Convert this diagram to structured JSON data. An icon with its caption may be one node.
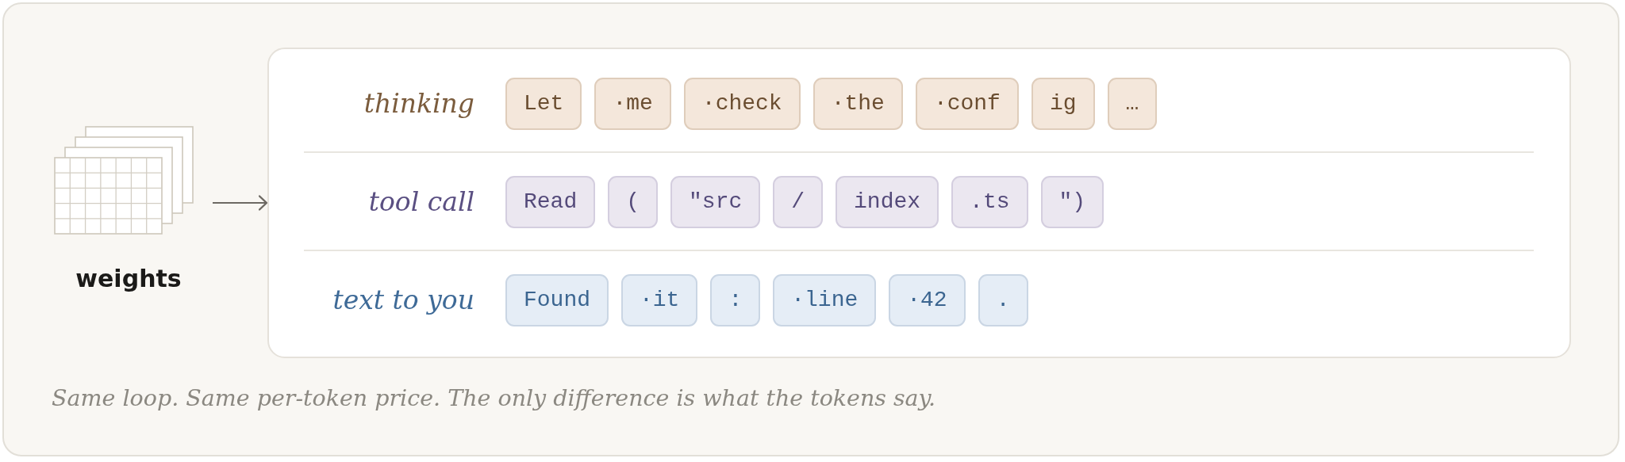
{
  "diagram": {
    "caption": "Same loop. Same per-token price. The only difference is what the tokens say.",
    "nodes": [
      {
        "text": [
          "weights"
        ]
      },
      {
        "text": [],
        "shape": "box"
      },
      {
        "text": [
          "thinking"
        ],
        "in": 1
      },
      {
        "text": [
          "Let"
        ],
        "in": 2
      },
      {
        "text": [
          "·me"
        ],
        "in": 2
      },
      {
        "text": [
          "·check"
        ],
        "in": 2
      },
      {
        "text": [
          "·the"
        ],
        "in": 2
      },
      {
        "text": [
          "·conf"
        ],
        "in": 2
      },
      {
        "text": [
          "ig"
        ],
        "in": 2
      },
      {
        "text": [
          "…"
        ],
        "in": 2
      },
      {
        "text": [
          "tool call"
        ],
        "in": 1
      },
      {
        "text": [
          "Read"
        ],
        "in": 10
      },
      {
        "text": [
          "("
        ],
        "in": 10
      },
      {
        "text": [
          "\"src"
        ],
        "in": 10
      },
      {
        "text": [
          "/"
        ],
        "in": 10
      },
      {
        "text": [
          "index"
        ],
        "in": 10
      },
      {
        "text": [
          ".ts"
        ],
        "in": 10
      },
      {
        "text": [
          "\")"
        ],
        "in": 10
      },
      {
        "text": [
          "text to you"
        ],
        "in": 1
      },
      {
        "text": [
          "Found"
        ],
        "in": 18
      },
      {
        "text": [
          "·it"
        ],
        "in": 18
      },
      {
        "text": [
          ":"
        ],
        "in": 18
      },
      {
        "text": [
          "·line"
        ],
        "in": 18
      },
      {
        "text": [
          "·42"
        ],
        "in": 18
      },
      {
        "text": [
          "."
        ],
        "in": 18
      }
    ],
    "edges": [
      {
        "from": 0,
        "to": 1,
        "arrow": "to"
      }
    ]
  }
}
